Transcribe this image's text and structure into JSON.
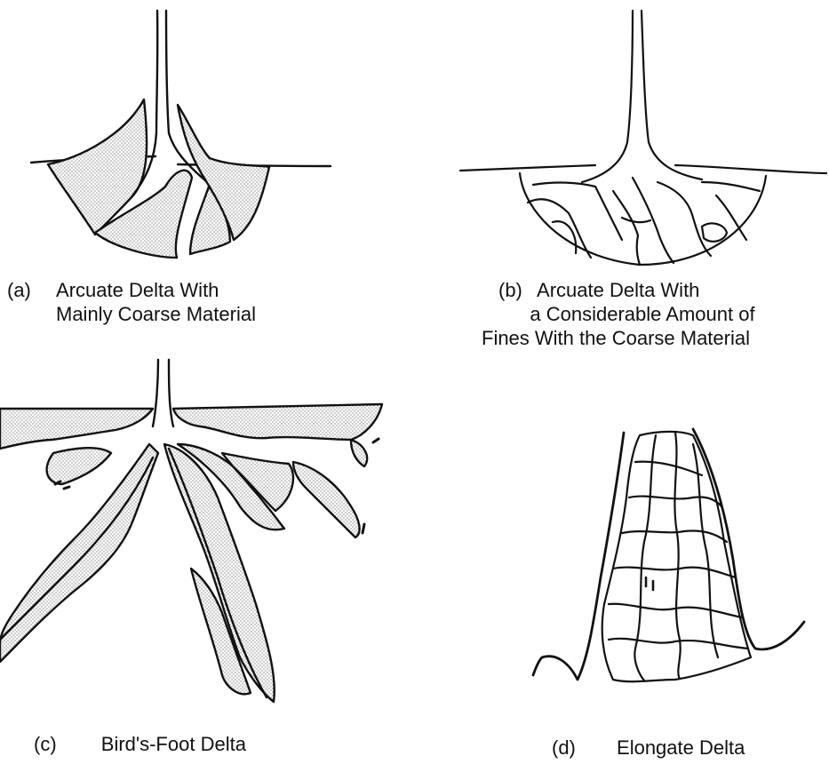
{
  "panels": {
    "a": {
      "letter": "(a)",
      "caption_line1": "Arcuate Delta With",
      "caption_line2": "Mainly Coarse Material"
    },
    "b": {
      "letter": "(b)",
      "caption_line1": "Arcuate Delta With",
      "caption_line2": "a Considerable Amount of",
      "caption_line3": "Fines With the Coarse Material"
    },
    "c": {
      "letter": "(c)",
      "caption": "Bird's-Foot Delta"
    },
    "d": {
      "letter": "(d)",
      "caption": "Elongate Delta"
    }
  },
  "style": {
    "ink": "#111111",
    "stipple": "#9a9a9a",
    "background": "#ffffff"
  }
}
